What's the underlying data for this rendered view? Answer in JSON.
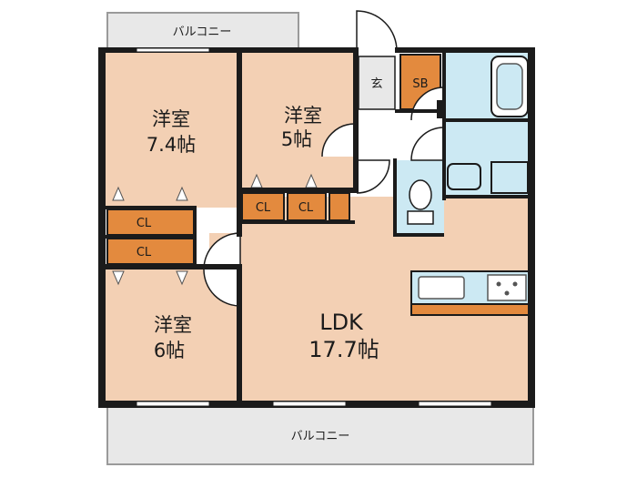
{
  "floorplan": {
    "balcony_top": "バルコニー",
    "balcony_bottom": "バルコニー",
    "rooms": {
      "bedroom_a": {
        "name": "洋室",
        "size": "7.4帖"
      },
      "bedroom_b": {
        "name": "洋室",
        "size": "5帖"
      },
      "bedroom_c": {
        "name": "洋室",
        "size": "6帖"
      },
      "ldk": {
        "name": "LDK",
        "size": "17.7帖"
      }
    },
    "closets": {
      "a": "CL",
      "b": "CL",
      "c": "CL",
      "d": "CL"
    },
    "entrance": "玄",
    "shoe_box": "SB"
  },
  "colors": {
    "room": "#f3d0b4",
    "closet": "#e38a3e",
    "wet": "#cce9f3",
    "balcony": "#e8e8e8",
    "floor_white": "#ffffff",
    "wall": "#1b1b1b"
  }
}
